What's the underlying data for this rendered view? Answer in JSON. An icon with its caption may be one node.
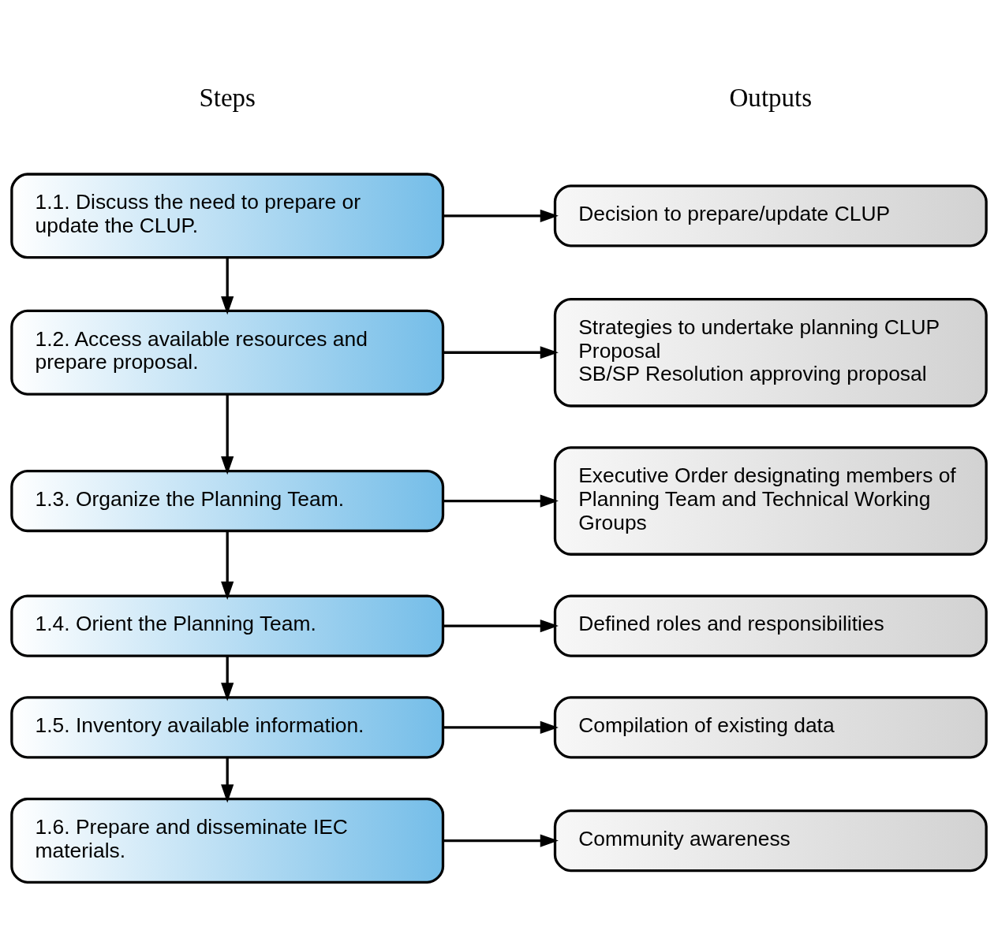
{
  "diagram": {
    "nodes": [
      {
        "text": [
          "1.1. Discuss the need to prepare or update the CLUP."
        ]
      },
      {
        "text": [
          "1.2. Access available resources and prepare proposal."
        ]
      },
      {
        "text": [
          "1.3. Organize the Planning Team."
        ]
      },
      {
        "text": [
          "1.4. Orient the Planning Team."
        ]
      },
      {
        "text": [
          "1.5. Inventory available information."
        ]
      },
      {
        "text": [
          "1.6. Prepare and disseminate IEC materials."
        ]
      },
      {
        "text": [
          "Decision to prepare/update CLUP"
        ]
      },
      {
        "text": [
          "Strategies to undertake planning CLUP Proposal",
          "SB/SP Resolution approving proposal"
        ]
      },
      {
        "text": [
          "Executive Order designating members of Planning Team and Technical Working Groups"
        ]
      },
      {
        "text": [
          "Defined roles and responsibilities"
        ]
      },
      {
        "text": [
          "Compilation of existing data"
        ]
      },
      {
        "text": [
          "Community awareness"
        ]
      }
    ],
    "edges": [
      {
        "from": 0,
        "to": 6,
        "arrow": "to"
      },
      {
        "from": 0,
        "to": 1,
        "arrow": "to"
      },
      {
        "from": 1,
        "to": 7,
        "arrow": "to"
      },
      {
        "from": 1,
        "to": 2,
        "arrow": "to"
      },
      {
        "from": 2,
        "to": 8,
        "arrow": "to"
      },
      {
        "from": 2,
        "to": 3,
        "arrow": "to"
      },
      {
        "from": 3,
        "to": 9,
        "arrow": "to"
      },
      {
        "from": 3,
        "to": 4,
        "arrow": "to"
      },
      {
        "from": 4,
        "to": 10,
        "arrow": "to"
      },
      {
        "from": 4,
        "to": 5,
        "arrow": "to"
      },
      {
        "from": 5,
        "to": 11,
        "arrow": "to"
      }
    ],
    "labels": [
      "Steps",
      "Outputs"
    ]
  }
}
